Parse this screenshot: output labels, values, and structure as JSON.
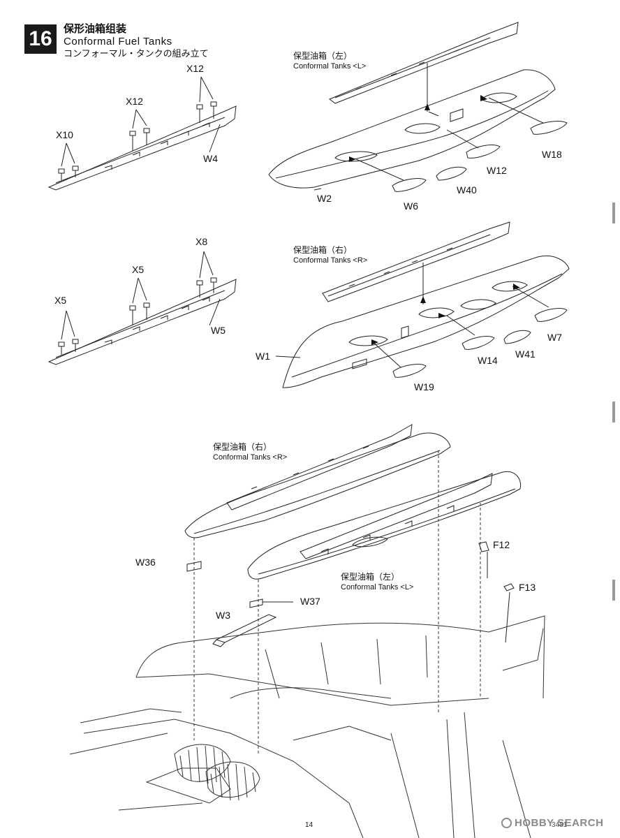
{
  "step": {
    "number": "16",
    "title_cn": "保形油箱组装",
    "title_en": "Conformal Fuel Tanks",
    "title_jp": "コンフォーマル・タンクの組み立て"
  },
  "captions": {
    "left_tank_top": {
      "cn": "保型油箱（左）",
      "en": "Conformal Tanks <L>"
    },
    "right_tank_mid": {
      "cn": "保型油箱（右）",
      "en": "Conformal Tanks <R>"
    },
    "right_tank_bottom": {
      "cn": "保型油箱（右）",
      "en": "Conformal Tanks <R>"
    },
    "left_tank_bottom": {
      "cn": "保型油箱（左）",
      "en": "Conformal Tanks <L>"
    }
  },
  "parts": {
    "x12_a": "X12",
    "x12_b": "X12",
    "x10": "X10",
    "w4": "W4",
    "w18": "W18",
    "w12": "W12",
    "w40": "W40",
    "w6": "W6",
    "w2": "W2",
    "x8": "X8",
    "x5_a": "X5",
    "x5_b": "X5",
    "w5": "W5",
    "w7": "W7",
    "w14": "W14",
    "w41": "W41",
    "w19": "W19",
    "w1": "W1",
    "w36": "W36",
    "w37": "W37",
    "w3": "W3",
    "f12": "F12",
    "f13": "F13"
  },
  "footer": {
    "page_number": "14",
    "watermark": "HOBBY SEARCH",
    "code": "3481"
  }
}
